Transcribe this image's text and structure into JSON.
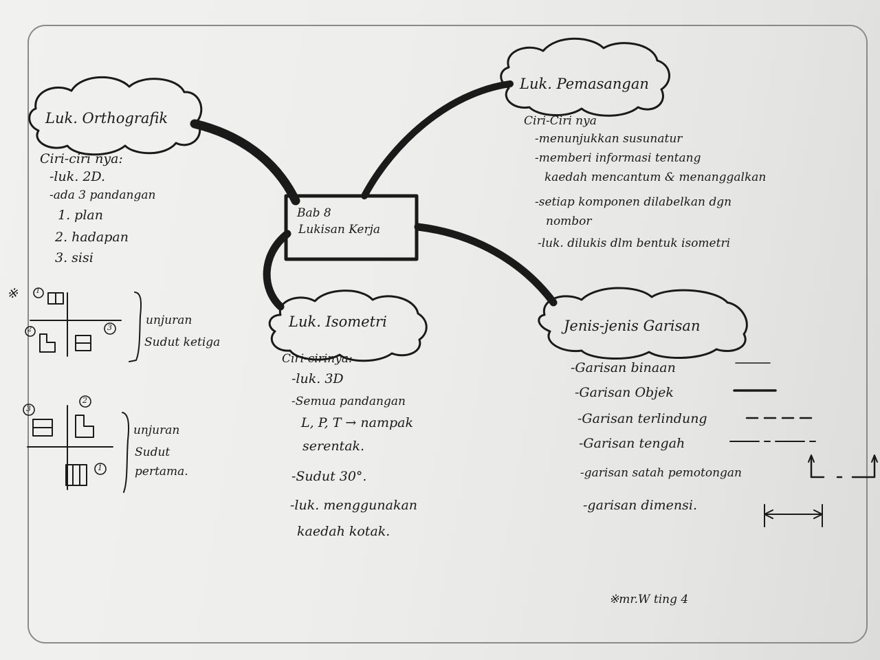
{
  "center": {
    "line1": "Bab 8",
    "line2": "Lukisan Kerja"
  },
  "orthographic": {
    "title": "Luk. Orthografik",
    "heading": "Ciri-ciri nya:",
    "items": [
      "-luk. 2D.",
      "-ada 3 pandangan",
      "1. plan",
      "2. hadapan",
      "3. sisi"
    ]
  },
  "projection": {
    "note_mark": "※",
    "third_angle": {
      "line1": "unjuran",
      "line2": "Sudut ketiga"
    },
    "first_angle": {
      "line1": "unjuran",
      "line2": "Sudut",
      "line3": "pertama."
    },
    "markers": {
      "one": "1",
      "two": "2",
      "three": "3"
    }
  },
  "assembly": {
    "title": "Luk. Pemasangan",
    "heading": "Ciri-Ciri nya",
    "items": [
      "-menunjukkan susunatur",
      "-memberi informasi tentang",
      "kaedah mencantum & menanggalkan",
      "-setiap komponen dilabelkan dgn",
      "nombor",
      "-luk. dilukis dlm bentuk isometri"
    ]
  },
  "isometric": {
    "title": "Luk. Isometri",
    "heading": "Ciri-cirinya:",
    "items": [
      "-luk. 3D",
      "-Semua pandangan",
      "L, P, T → nampak",
      "serentak.",
      "-Sudut 30°.",
      "-luk. menggunakan",
      "kaedah kotak."
    ]
  },
  "line_types": {
    "title": "Jenis-jenis Garisan",
    "items": [
      "-Garisan binaan",
      "-Garisan Objek",
      "-Garisan terlindung",
      "-Garisan tengah",
      "-garisan satah pemotongan",
      "-garisan dimensi."
    ]
  },
  "footer_note": "※mr.W ting 4"
}
